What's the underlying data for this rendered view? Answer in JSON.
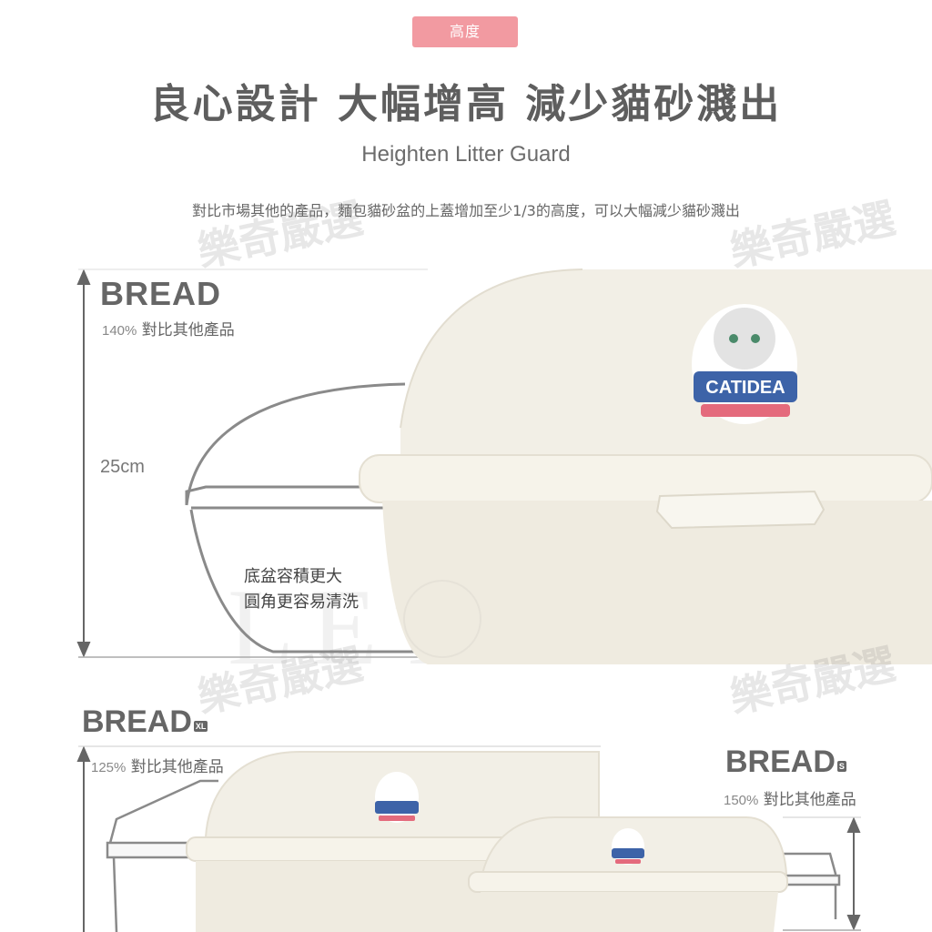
{
  "header": {
    "tag": "高度",
    "headline": "良心設計  大幅增高  減少貓砂濺出",
    "subtitle": "Heighten Litter Guard",
    "description": "對比市場其他的產品，麵包貓砂盆的上蓋增加至少1/3的高度，可以大幅減少貓砂濺出"
  },
  "main_product": {
    "brand": "BREAD",
    "percent": "140%",
    "compare_text": "對比其他產品",
    "height": "25cm",
    "note_lines": [
      "底盆容積更大",
      "圓角更容易清洗"
    ]
  },
  "xl_product": {
    "brand": "BREAD",
    "size": "XL",
    "percent": "125%",
    "compare_text": "對比其他產品"
  },
  "s_product": {
    "brand": "BREAD",
    "size": "S",
    "percent": "150%",
    "compare_text": "對比其他產品"
  },
  "watermarks": [
    "樂奇嚴選",
    "樂奇嚴選",
    "樂奇嚴選",
    "樂奇嚴選"
  ],
  "ghost_text": "LETECHI",
  "logo_text": "CATIDEA",
  "colors": {
    "tag_bg": "#f29aa1",
    "product_body": "#f2eee4",
    "outline": "#8a8a8a",
    "text": "#5e5e5e"
  }
}
